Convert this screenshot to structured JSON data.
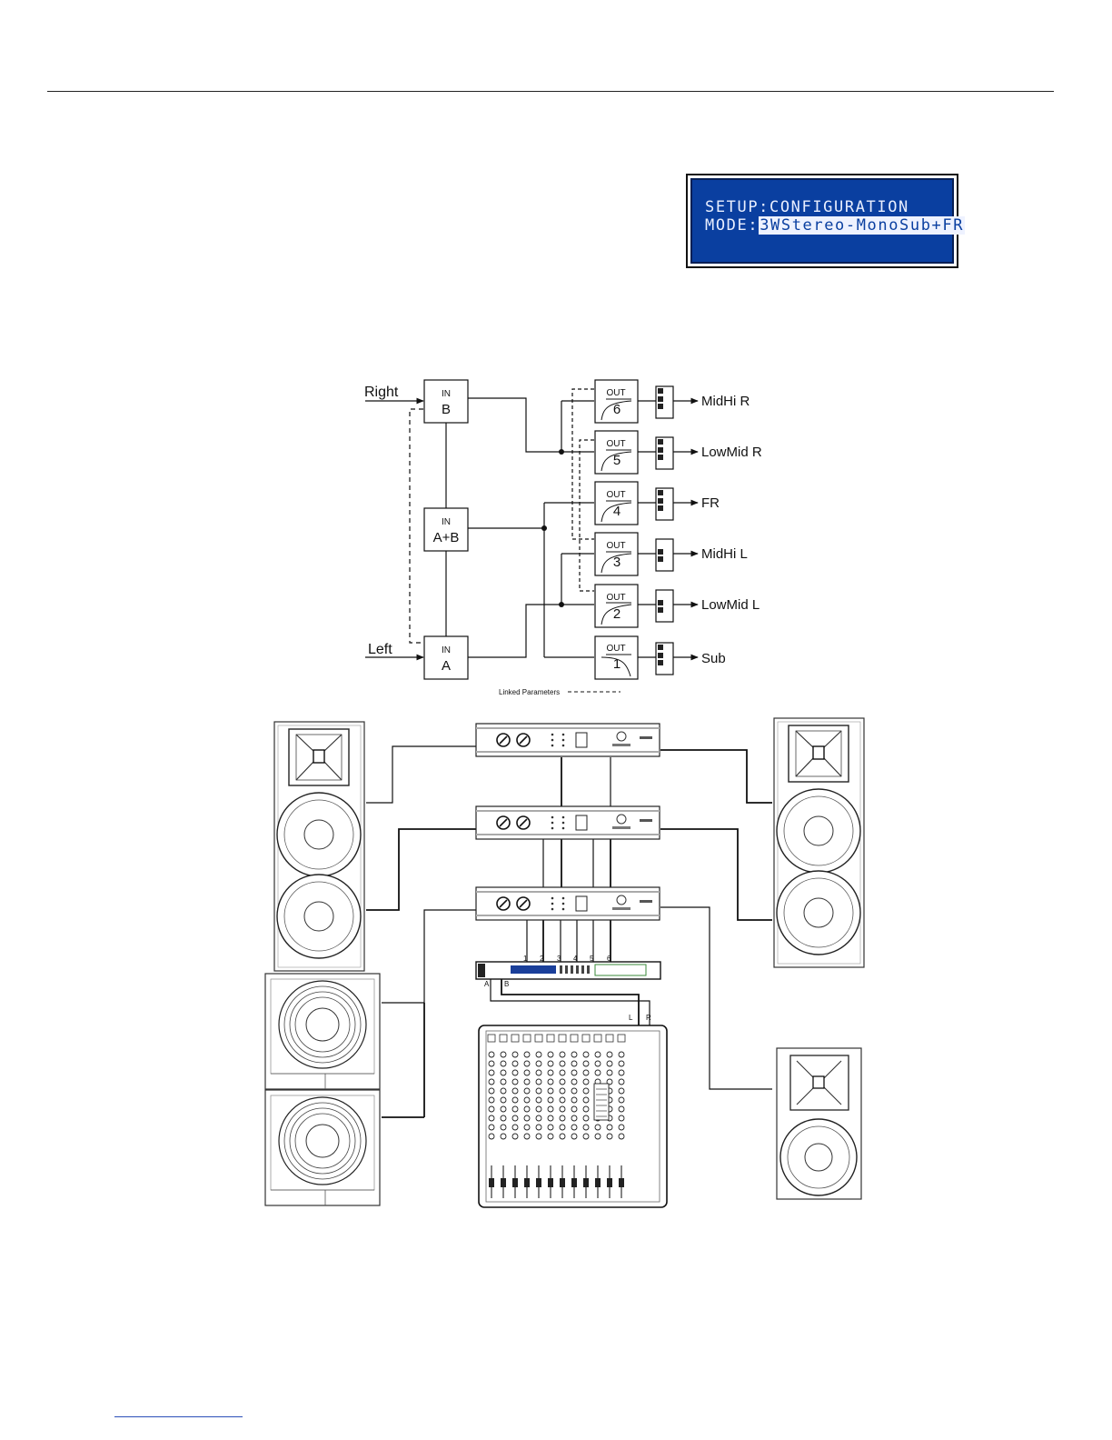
{
  "lcd": {
    "line1": "SETUP:CONFIGURATION",
    "mode_prefix": "MODE:",
    "mode_value": "3WStereo-MonoSub+FR"
  },
  "inputs": {
    "right": "Right",
    "left": "Left"
  },
  "in_boxes": [
    {
      "top": "IN",
      "bottom": "B"
    },
    {
      "top": "IN",
      "bottom": "A+B"
    },
    {
      "top": "IN",
      "bottom": "A"
    }
  ],
  "outputs": [
    {
      "top": "OUT",
      "num": "6",
      "label": "MidHi R"
    },
    {
      "top": "OUT",
      "num": "5",
      "label": "LowMid R"
    },
    {
      "top": "OUT",
      "num": "4",
      "label": "FR"
    },
    {
      "top": "OUT",
      "num": "3",
      "label": "MidHi L"
    },
    {
      "top": "OUT",
      "num": "2",
      "label": "LowMid L"
    },
    {
      "top": "OUT",
      "num": "1",
      "label": "Sub"
    }
  ],
  "legend": {
    "linked": "Linked Parameters"
  },
  "processor_outputs": [
    "1",
    "2",
    "3",
    "4",
    "5",
    "6"
  ],
  "processor_inputs": [
    "A",
    "B"
  ],
  "mixer_outputs": [
    "L",
    "R"
  ]
}
